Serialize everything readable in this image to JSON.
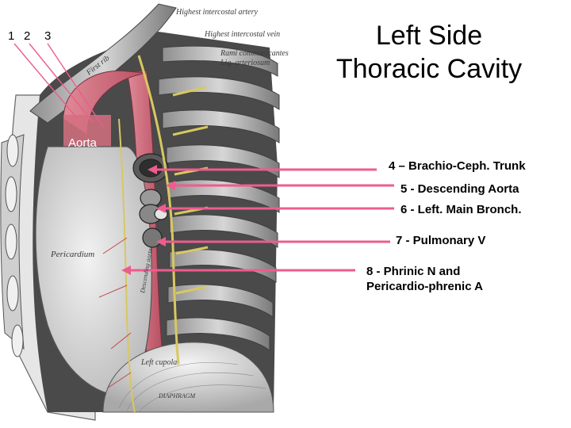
{
  "title": {
    "line1": "Left Side",
    "line2": "Thoracic Cavity"
  },
  "top_numbers": {
    "n1": "1",
    "n2": "2",
    "n3": "3"
  },
  "callouts": [
    {
      "text": "4 – Brachio-Ceph. Trunk"
    },
    {
      "text": "5 - Descending Aorta"
    },
    {
      "text": "6 - Left. Main Bronch."
    },
    {
      "text": "7 - Pulmonary V"
    },
    {
      "text": "8 - Phrinic N and",
      "text2": "Pericardio-phrenic A"
    }
  ],
  "illustration_labels": {
    "highest_intercostal_artery": "Highest intercostal artery",
    "highest_intercostal_vein": "Highest intercostal vein",
    "rami_communicantes": "Rami communicantes",
    "lig_arteriosum": "Lig. arteriosum",
    "first_rib": "First rib",
    "aorta": "Aorta",
    "pericardium": "Pericardium",
    "left_cupola": "Left cupola",
    "diaphragm": "DIAPHRAGM",
    "descending_aorta": "Descending aorta"
  },
  "colors": {
    "arrow": "#ee5c8e",
    "aorta_fill": "#d4707f",
    "nerve": "#d8c860"
  }
}
